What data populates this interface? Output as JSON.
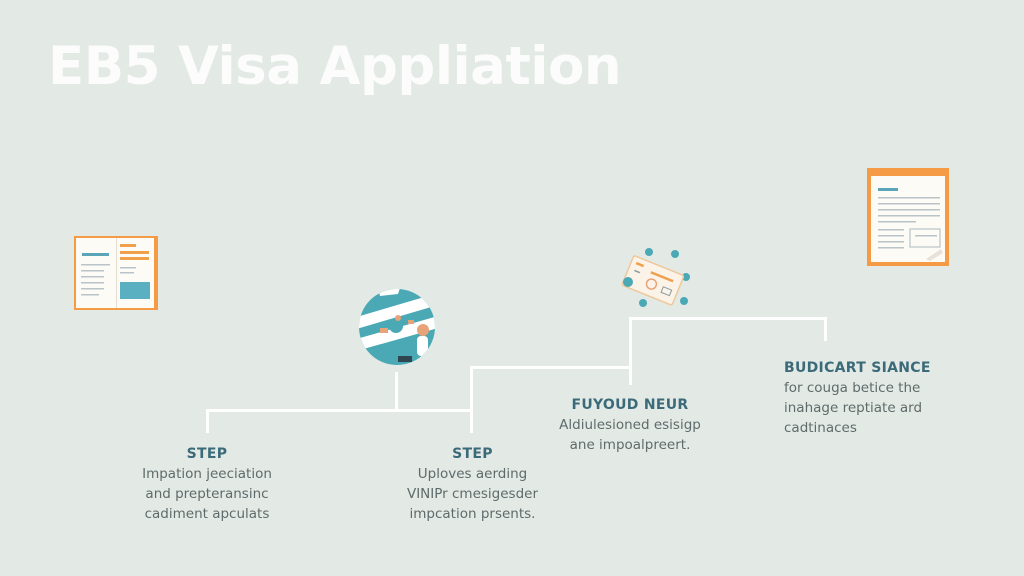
{
  "title": "EB5 Visa Appliation",
  "colors": {
    "background": "#e3e9e5",
    "accent_teal": "#4aa9b5",
    "accent_orange": "#f0a04b",
    "heading_text": "#3b6a78",
    "body_text": "#5f6b6a"
  },
  "steps": [
    {
      "heading": "STEP",
      "lines": [
        "Impation jeeciation",
        "and prepteransinc",
        "cadiment apculats"
      ],
      "icon": "open-book-document-icon"
    },
    {
      "heading": "STEP",
      "lines": [
        "Uploves aerding",
        "VINIPr cmesigesder",
        "impcation prsents."
      ],
      "icon": "circular-team-meeting-icon"
    },
    {
      "heading": "FUYOUD NEUR",
      "lines": [
        "Aldiulesioned esisigp",
        "ane impoalpreert."
      ],
      "icon": "id-card-icon"
    },
    {
      "heading": "BUDICART SIANCE",
      "lines": [
        "for couga betice the",
        "inahage reptiate ard",
        "cadtinaces"
      ],
      "icon": "certificate-document-icon"
    }
  ]
}
